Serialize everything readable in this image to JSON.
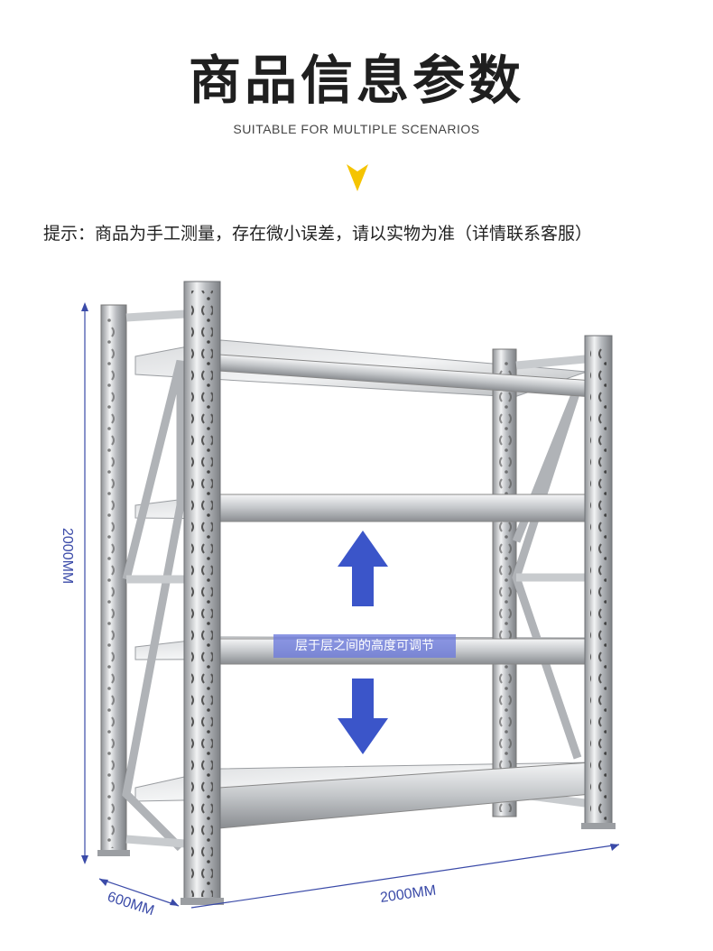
{
  "header": {
    "title": "商品信息参数",
    "subtitle": "SUITABLE FOR MULTIPLE SCENARIOS"
  },
  "notice": "提示：商品为手工测量，存在微小误差，请以实物为准（详情联系客服）",
  "product": {
    "height_label": "2000MM",
    "width_label": "2000MM",
    "depth_label": "600MM",
    "adjust_label": "层于层之间的高度可调节"
  },
  "colors": {
    "accent_yellow": "#f5c400",
    "arrow_blue": "#3b55c9",
    "dimension_line": "#3a4aa8"
  },
  "icons": [
    "chevron-down-icon",
    "arrow-up-icon",
    "arrow-down-icon"
  ]
}
